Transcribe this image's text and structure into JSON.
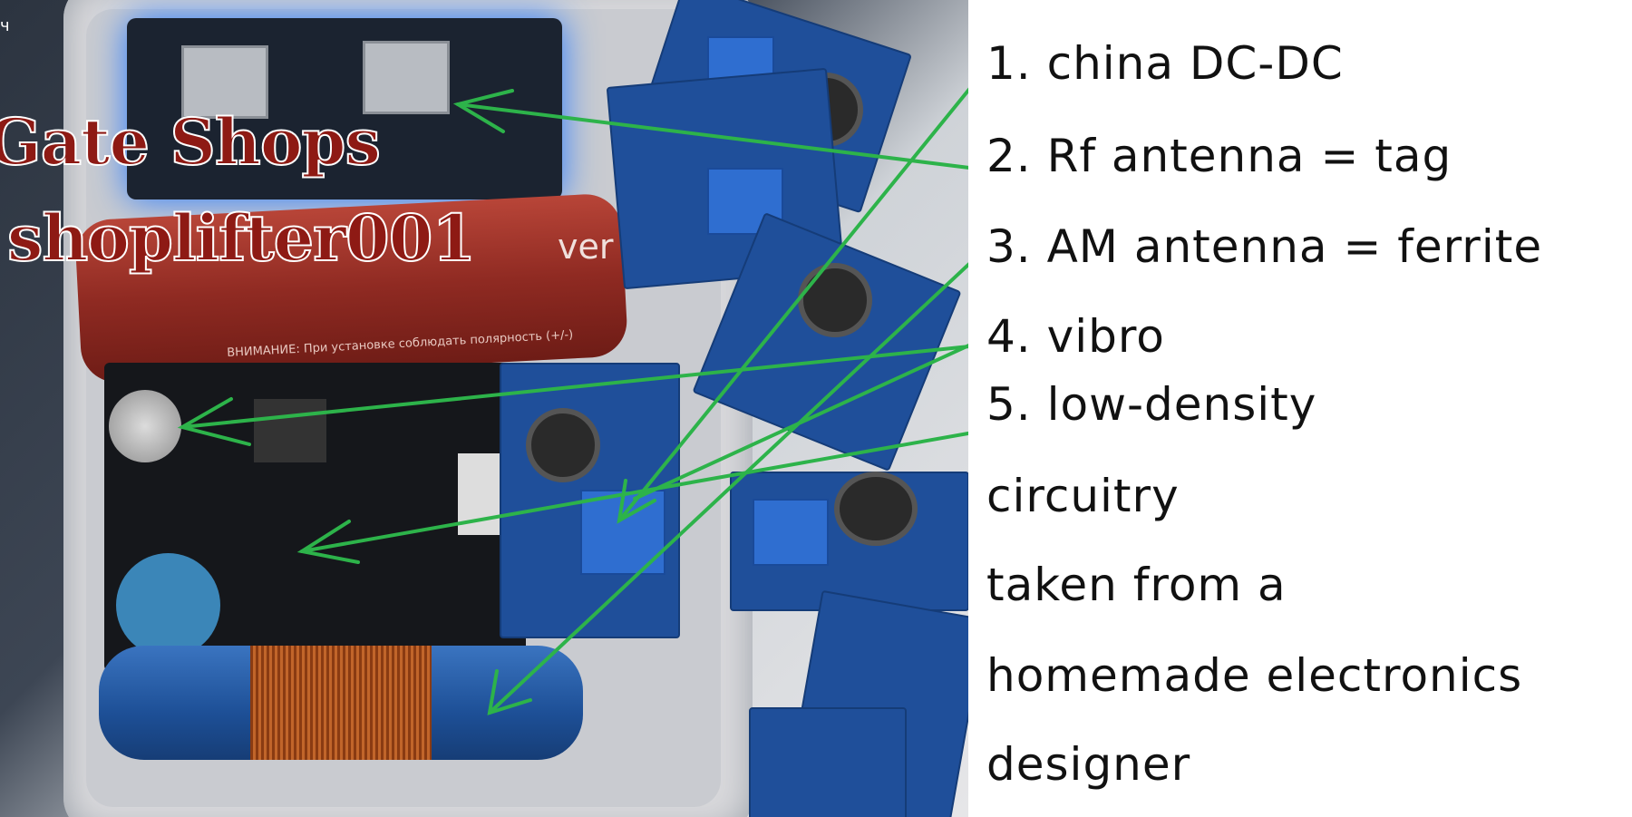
{
  "photo": {
    "corner_text": "ч",
    "watermark": {
      "line1": "Gate Shops",
      "line2": "shoplifter001"
    },
    "battery_brand": "ver",
    "battery_warning": "ВНИМАНИЕ: При установке соблюдать полярность (+/-)",
    "arrow_color": "#2db34a"
  },
  "annotations": {
    "items": [
      "1. china DC-DC",
      "2. Rf antenna = tag",
      "3. AM antenna = ferrite",
      "4. vibro",
      "5. low-density"
    ],
    "continuation": [
      "circuitry",
      "taken from a",
      "homemade electronics",
      "designer"
    ]
  }
}
